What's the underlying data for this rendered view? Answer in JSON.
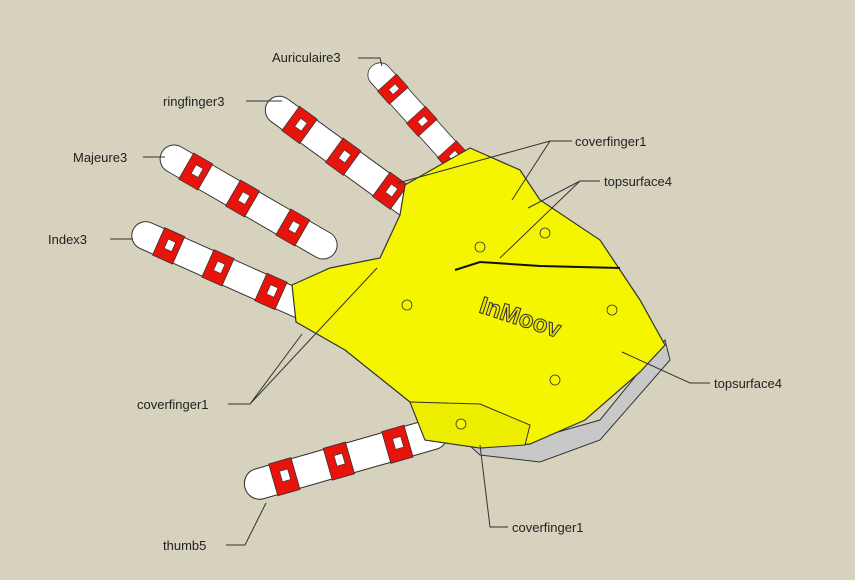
{
  "labels": {
    "auriculaire": "Auriculaire3",
    "ringfinger": "ringfinger3",
    "majeure": "Majeure3",
    "index": "Index3",
    "coverfinger_top": "coverfinger1",
    "topsurface_top": "topsurface4",
    "topsurface_right": "topsurface4",
    "coverfinger_left": "coverfinger1",
    "coverfinger_bottom": "coverfinger1",
    "thumb": "thumb5"
  },
  "logo_text": "InMoov",
  "colors": {
    "background": "#d6d2bd",
    "cover": "#f5f500",
    "joint": "#e8140c",
    "bone": "#ffffff"
  }
}
